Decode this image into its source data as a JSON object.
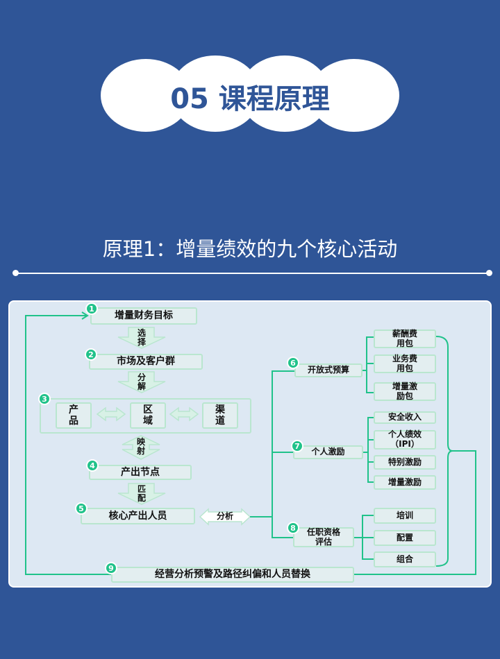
{
  "header": {
    "title": "05 课程原理",
    "subtitle": "原理1：增量绩效的九个核心活动"
  },
  "diagram": {
    "steps": [
      {
        "num": "1",
        "label": "增量财务目标"
      },
      {
        "num": "2",
        "label": "市场及客户群"
      },
      {
        "num": "3",
        "items": [
          "产品",
          "区域",
          "渠道"
        ]
      },
      {
        "num": "4",
        "label": "产出节点"
      },
      {
        "num": "5",
        "label": "核心产出人员"
      },
      {
        "num": "6",
        "label": "开放式预算"
      },
      {
        "num": "7",
        "label": "个人激励"
      },
      {
        "num": "8",
        "label": "任职资格评估"
      },
      {
        "num": "9",
        "label": "经营分析预警及路径纠偏和人员替换"
      }
    ],
    "arrows": {
      "a12": "选择",
      "a23": "分解",
      "a34": "映射",
      "a45": "匹配",
      "a5x": "分析"
    },
    "budget_items": [
      "薪酬费用包",
      "业务费用包",
      "增量激励包"
    ],
    "incentive_items": [
      "安全收入",
      "个人绩效（IPI）",
      "特别激励",
      "增量激励"
    ],
    "qualification_items": [
      "培训",
      "配置",
      "组合"
    ],
    "colors": {
      "background": "#2f5597",
      "line": "#20c28a",
      "box_border": "#b9e6cf"
    }
  }
}
